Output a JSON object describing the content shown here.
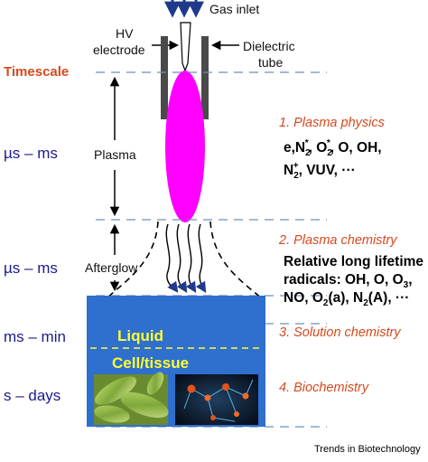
{
  "labels": {
    "gas_inlet": "Gas inlet",
    "hv_electrode_line1": "HV",
    "hv_electrode_line2": "electrode",
    "dielectric_line1": "Dielectric",
    "dielectric_line2": "tube",
    "timescale": "Timescale",
    "plasma": "Plasma",
    "afterglow": "Afterglow",
    "liquid": "Liquid",
    "cell_tissue": "Cell/tissue",
    "footer": "Trends in Biotechnology"
  },
  "timescales": [
    "µs – ms",
    "µs – ms",
    "ms – min",
    "s – days"
  ],
  "stages": [
    "1. Plasma physics",
    "2. Plasma chemistry",
    "3. Solution chemistry",
    "4. Biochemistry"
  ],
  "plasma_species": {
    "line1": [
      "e,N",
      "2",
      "*",
      ", O",
      "2",
      "*",
      ", O, OH,"
    ],
    "line2": [
      "N",
      "2",
      "+",
      ", VUV, ···"
    ]
  },
  "chemistry_species": {
    "line1": "Relative long lifetime",
    "line2": [
      "radicals: OH, O, O",
      "3",
      ","
    ],
    "line3": [
      "NO, O",
      "2",
      "(a), N",
      "2",
      "(A), ···"
    ]
  },
  "colors": {
    "plasma": "#ff00ff",
    "liquid_box": "#2f6fce",
    "dashed_lines": "#6f8fbf",
    "stage_text": "#d7481d",
    "timescale_text": "#1b1b8f",
    "liquid_text": "#ffff33",
    "arrows_blue": "#1f3a8a"
  }
}
